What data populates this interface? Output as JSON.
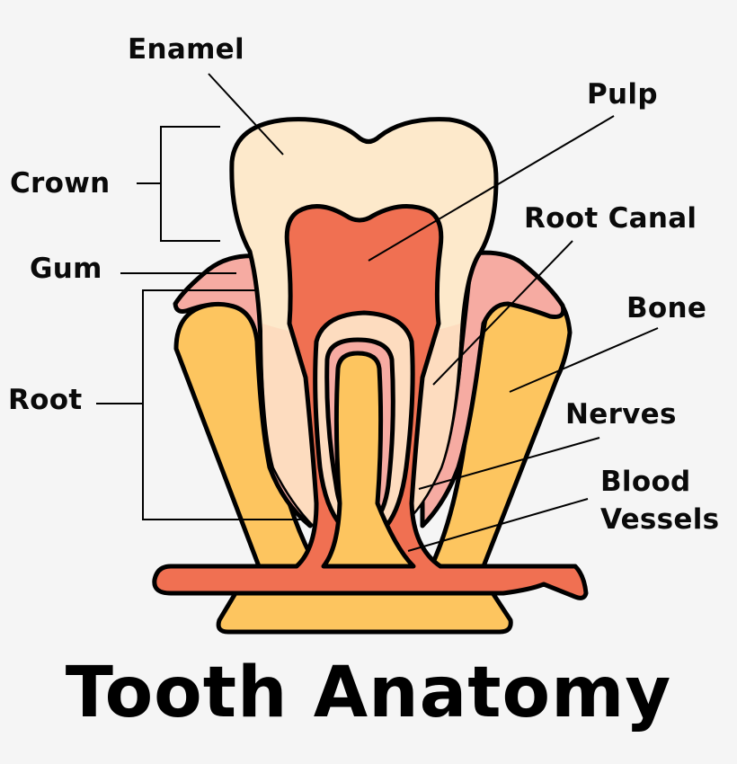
{
  "title": "Tooth Anatomy",
  "labels": {
    "enamel": "Enamel",
    "pulp": "Pulp",
    "crown": "Crown",
    "root_canal": "Root Canal",
    "gum": "Gum",
    "bone": "Bone",
    "root": "Root",
    "nerves": "Nerves",
    "blood_line1": "Blood",
    "blood_line2": "Vessels"
  },
  "colors": {
    "background": "#f5f5f5",
    "enamel": "#fde9cb",
    "dentin": "#fddcbf",
    "pulp": "#f07052",
    "gum": "#f6aba2",
    "bone": "#fdc55f",
    "outline": "#000000"
  }
}
